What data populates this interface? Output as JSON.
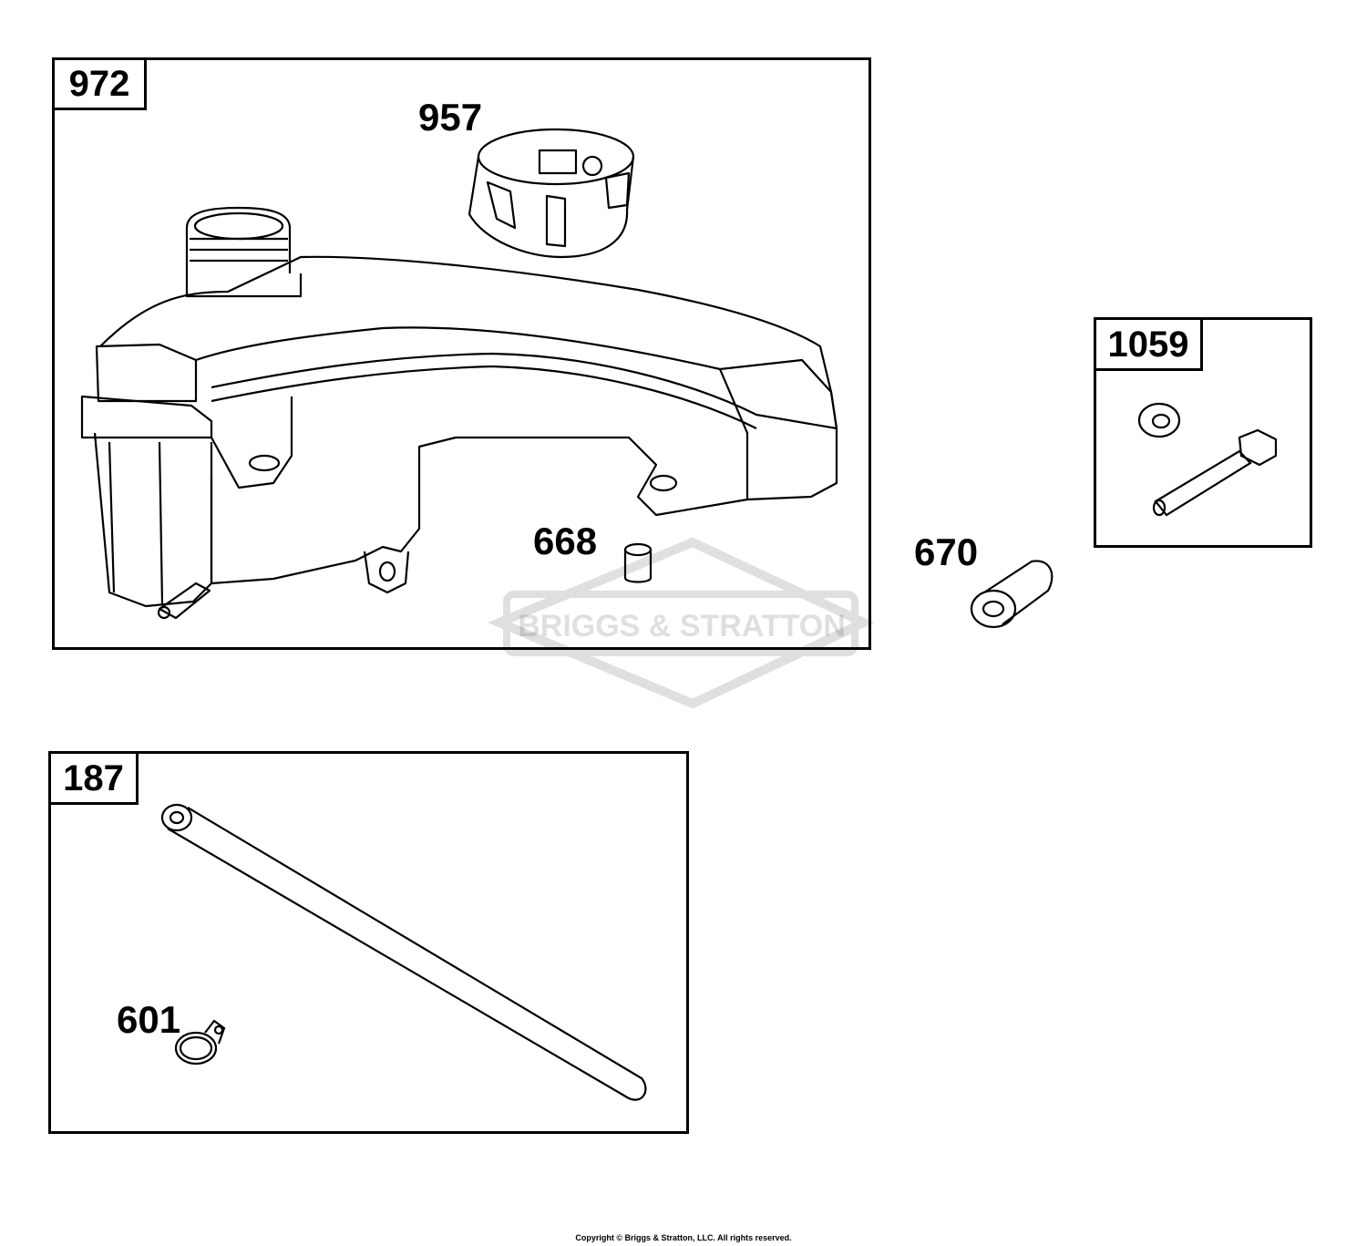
{
  "kits": {
    "fuel_tank_kit": "972",
    "hardware_kit": "1059",
    "fuel_line_kit": "187"
  },
  "parts": {
    "fuel_cap": "957",
    "spacer_small": "668",
    "spacer_large": "670",
    "hose_clamp": "601"
  },
  "watermark": "BRIGGS & STRATTON",
  "footer": "Copyright © Briggs & Stratton, LLC. All rights reserved."
}
